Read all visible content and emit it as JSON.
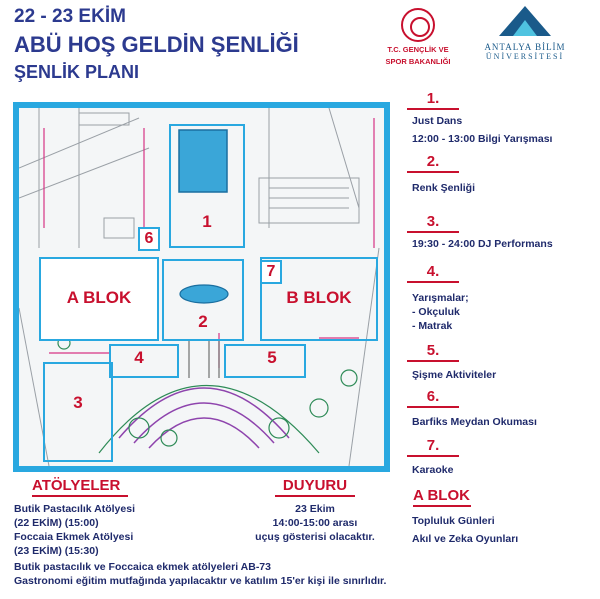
{
  "header": {
    "date": "22 - 23 EKİM",
    "title": "ABÜ HOŞ GELDİN ŞENLİĞİ",
    "subtitle": "ŞENLİK PLANI"
  },
  "logos": {
    "ministry_line1": "T.C. GENÇLİK VE",
    "ministry_line2": "SPOR BAKANLIĞI",
    "university_line1": "ANTALYA BİLİM",
    "university_line2": "ÜNİVERSİTESİ"
  },
  "map": {
    "zone1": "1",
    "zone2": "2",
    "zone3": "3",
    "zone4": "4",
    "zone5": "5",
    "zone6": "6",
    "zone7": "7",
    "block_a": "A BLOK",
    "block_b": "B BLOK"
  },
  "legend": [
    {
      "num": "1.",
      "lines": [
        "Just Dans",
        "12:00 - 13:00 Bilgi Yarışması"
      ]
    },
    {
      "num": "2.",
      "lines": [
        "Renk Şenliği"
      ]
    },
    {
      "num": "3.",
      "lines": [
        "19:30 - 24:00 DJ Performans"
      ]
    },
    {
      "num": "4.",
      "lines": [
        "Yarışmalar;",
        " -  Okçuluk",
        " -  Matrak"
      ]
    },
    {
      "num": "5.",
      "lines": [
        "Şişme Aktiviteler"
      ]
    },
    {
      "num": "6.",
      "lines": [
        "Barfiks Meydan Okuması"
      ]
    },
    {
      "num": "7.",
      "lines": [
        "Karaoke"
      ]
    }
  ],
  "a_blok": {
    "heading": "A BLOK",
    "lines": [
      "Topluluk Günleri",
      "Akıl ve Zeka Oyunları"
    ]
  },
  "atolyeler": {
    "heading": "ATÖLYELER",
    "lines": [
      "Butik Pastacılık Atölyesi",
      "(22 EKİM) (15:00)",
      "Foccaia Ekmek Atölyesi",
      "(23 EKİM) (15:30)"
    ]
  },
  "duyuru": {
    "heading": "DUYURU",
    "lines": [
      "23 Ekim",
      "14:00-15:00 arası",
      "uçuş gösterisi olacaktır."
    ]
  },
  "footer": {
    "line1": "Butik pastacılık ve Foccaica ekmek atölyeleri AB-73",
    "line2": "Gastronomi eğitim mutfağında yapılacaktır ve katılım 15'er kişi ile sınırlıdır."
  },
  "colors": {
    "accent_red": "#c8102e",
    "navy": "#1f2a6b",
    "map_border_blue": "#29a8e0"
  }
}
